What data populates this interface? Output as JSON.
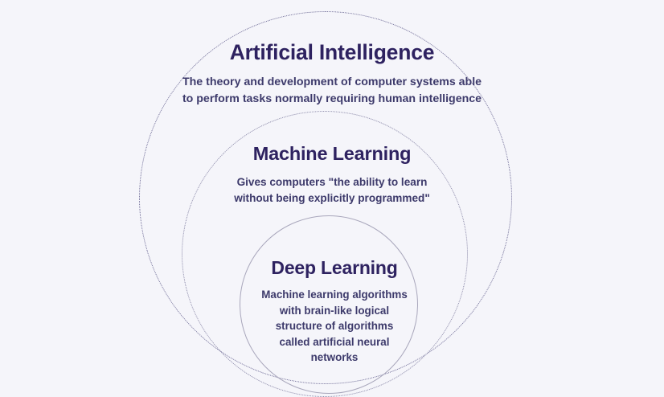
{
  "canvas": {
    "background_color": "#f5f5fa",
    "heading_color": "#2e2260",
    "body_color": "#3d3a6b",
    "ring_color": "#6e6b96"
  },
  "diagram": {
    "type": "nested-circles",
    "layers": [
      {
        "id": "artificial-intelligence",
        "title": "Artificial Intelligence",
        "description_lines": [
          "The theory and development of computer systems able",
          "to perform tasks normally requiring human intelligence"
        ],
        "border_style": "dotted"
      },
      {
        "id": "machine-learning",
        "title": "Machine Learning",
        "description_lines": [
          "Gives computers \"the ability to learn",
          "without being explicitly programmed\""
        ],
        "border_style": "dotted"
      },
      {
        "id": "deep-learning",
        "title": "Deep Learning",
        "description_lines": [
          "Machine learning algorithms",
          "with brain-like logical",
          "structure of algorithms",
          "called artificial neural",
          "networks"
        ],
        "border_style": "solid"
      }
    ]
  }
}
